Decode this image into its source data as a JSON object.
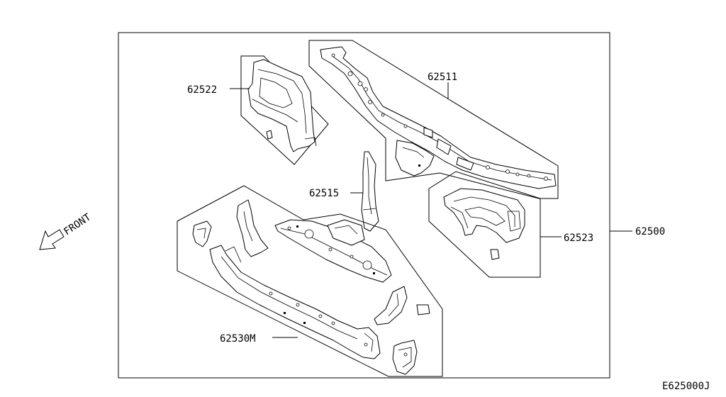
{
  "diagram": {
    "labels": {
      "assembly": "62500",
      "upper_member": "62511",
      "left_side": "62522",
      "right_side": "62523",
      "center_stay": "62515",
      "lower_member": "62530M",
      "front": "FRONT",
      "code": "E625000J"
    },
    "icons": {
      "front_arrow": "front-direction-arrow-icon"
    }
  }
}
